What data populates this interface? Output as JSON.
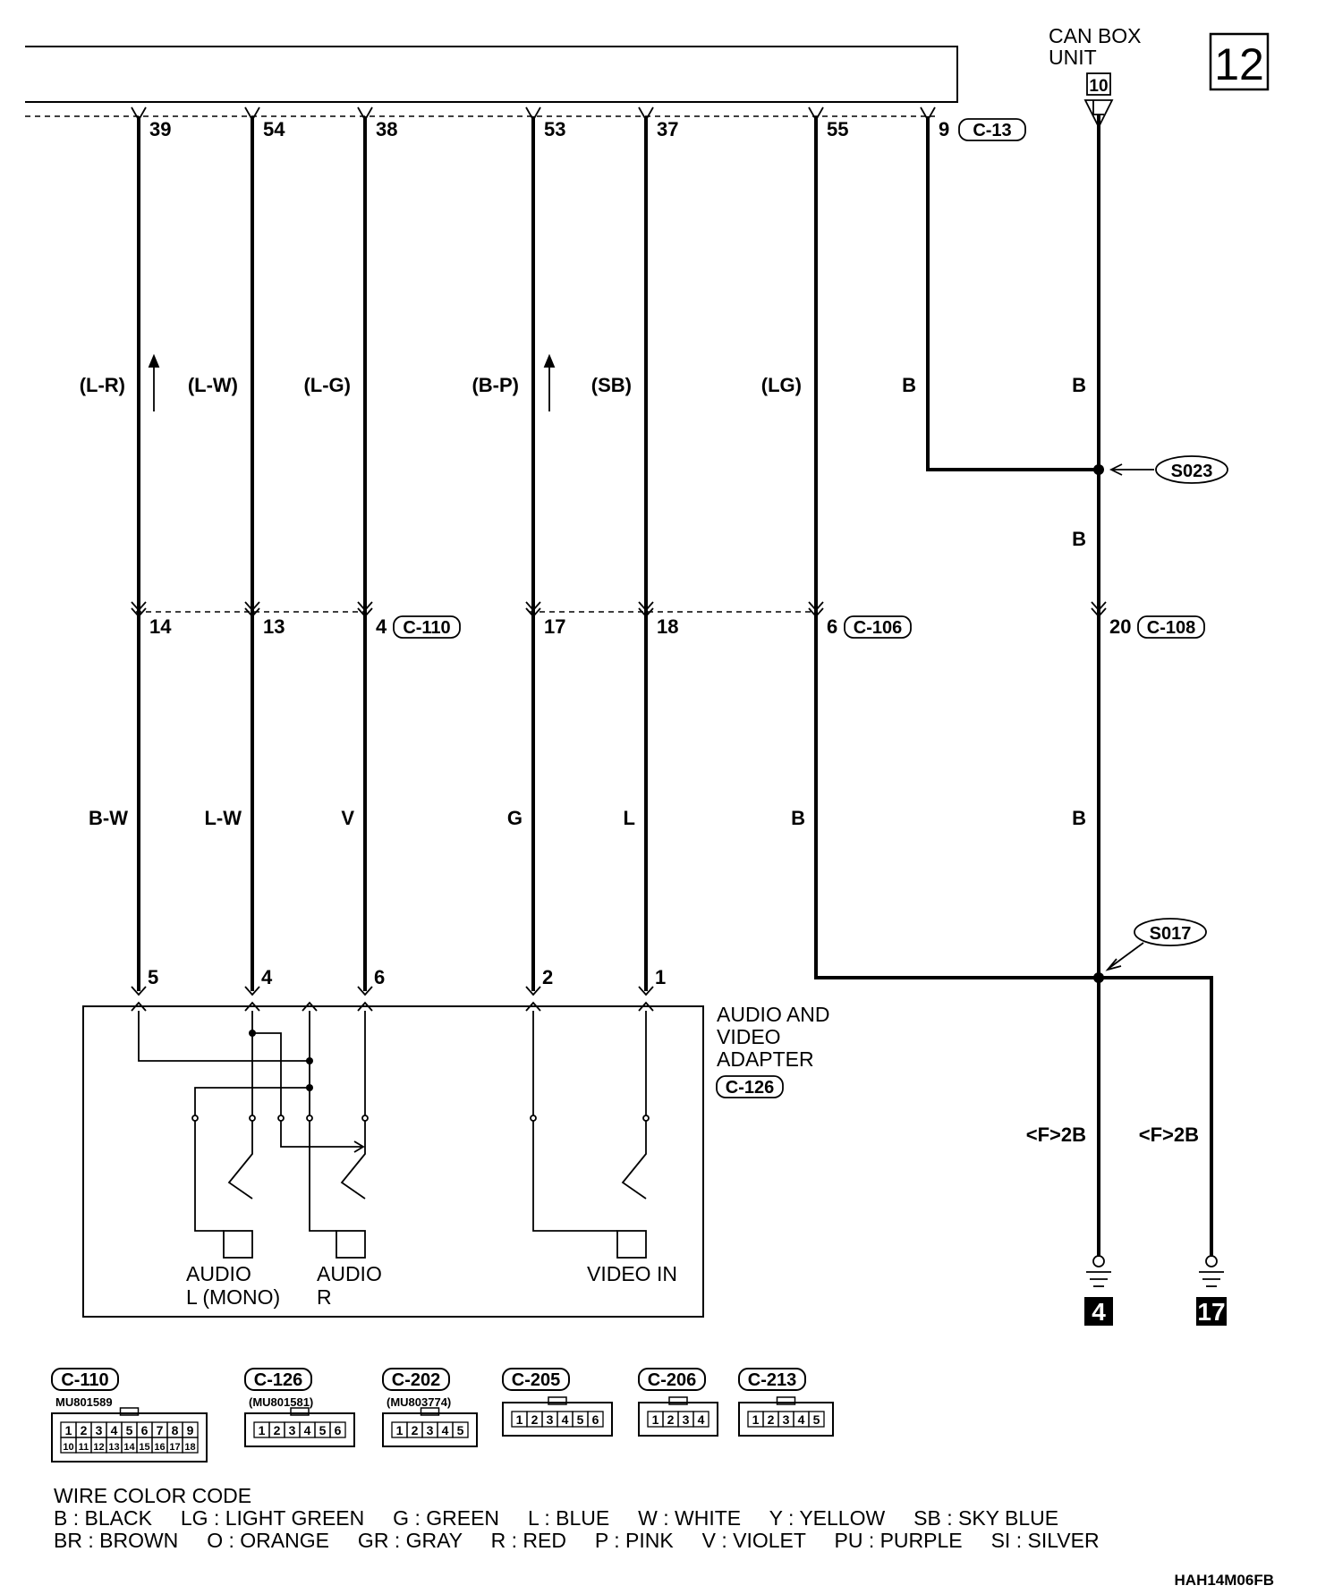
{
  "page_number": "12",
  "can_box": {
    "line1": "CAN BOX",
    "line2": "UNIT",
    "terminal": "10"
  },
  "wires": [
    {
      "id": "39",
      "top_pin": "39",
      "top_color": "(L-R)",
      "mid_pin": "14",
      "bottom_color": "B-W",
      "adapter_pin": "5",
      "arrow": true
    },
    {
      "id": "54",
      "top_pin": "54",
      "top_color": "(L-W)",
      "mid_pin": "13",
      "bottom_color": "L-W",
      "adapter_pin": "4",
      "arrow": false
    },
    {
      "id": "38",
      "top_pin": "38",
      "top_color": "(L-G)",
      "mid_pin": "4",
      "bottom_color": "V",
      "adapter_pin": "6",
      "arrow": false
    },
    {
      "id": "53",
      "top_pin": "53",
      "top_color": "(B-P)",
      "mid_pin": "17",
      "bottom_color": "G",
      "adapter_pin": "2",
      "arrow": true
    },
    {
      "id": "37",
      "top_pin": "37",
      "top_color": "(SB)",
      "mid_pin": "18",
      "bottom_color": "L",
      "adapter_pin": "1",
      "arrow": false
    },
    {
      "id": "55",
      "top_pin": "55",
      "top_color": "(LG)",
      "mid_pin": "6",
      "bottom_color": "B"
    }
  ],
  "pin9": {
    "pin": "9",
    "connector": "C-13",
    "color": "B"
  },
  "can_wire": {
    "color_top": "B",
    "color_mid": "B",
    "mid_pin": "20",
    "mid_connector": "C-108",
    "color_bottom": "B"
  },
  "connector_tags": {
    "c110": "C-110",
    "c106": "C-106"
  },
  "splices": {
    "s023": "S023",
    "s017": "S017"
  },
  "grounds": [
    {
      "label": "<F>2B",
      "number": "4"
    },
    {
      "label": "<F>2B",
      "number": "17"
    }
  ],
  "adapter": {
    "line1": "AUDIO AND",
    "line2": "VIDEO",
    "line3": "ADAPTER",
    "connector": "C-126",
    "audio_l_1": "AUDIO",
    "audio_l_2": "L (MONO)",
    "audio_r_1": "AUDIO",
    "audio_r_2": "R",
    "video_in": "VIDEO IN"
  },
  "connectors": [
    {
      "name": "C-110",
      "part": "MU801589",
      "rows": [
        [
          "1",
          "2",
          "3",
          "4",
          "5",
          "6",
          "7",
          "8",
          "9"
        ],
        [
          "10",
          "11",
          "12",
          "13",
          "14",
          "15",
          "16",
          "17",
          "18"
        ]
      ]
    },
    {
      "name": "C-126",
      "part": "(MU801581)",
      "rows": [
        [
          "1",
          "2",
          "3",
          "4",
          "5",
          "6"
        ]
      ]
    },
    {
      "name": "C-202",
      "part": "(MU803774)",
      "rows": [
        [
          "1",
          "2",
          "3",
          "4",
          "5"
        ]
      ]
    },
    {
      "name": "C-205",
      "part": "",
      "rows": [
        [
          "1",
          "2",
          "3",
          "4",
          "5",
          "6"
        ]
      ]
    },
    {
      "name": "C-206",
      "part": "",
      "rows": [
        [
          "1",
          "2",
          "3",
          "4"
        ]
      ]
    },
    {
      "name": "C-213",
      "part": "",
      "rows": [
        [
          "1",
          "2",
          "3",
          "4",
          "5"
        ]
      ]
    }
  ],
  "wire_color_code": {
    "title": "WIRE COLOR CODE",
    "line1": "B : BLACK     LG : LIGHT GREEN     G : GREEN     L : BLUE     W : WHITE     Y : YELLOW     SB : SKY BLUE",
    "line2": "BR : BROWN     O : ORANGE     GR : GRAY     R : RED     P : PINK     V : VIOLET     PU : PURPLE     SI : SILVER"
  },
  "diagram_code": "HAH14M06FB"
}
